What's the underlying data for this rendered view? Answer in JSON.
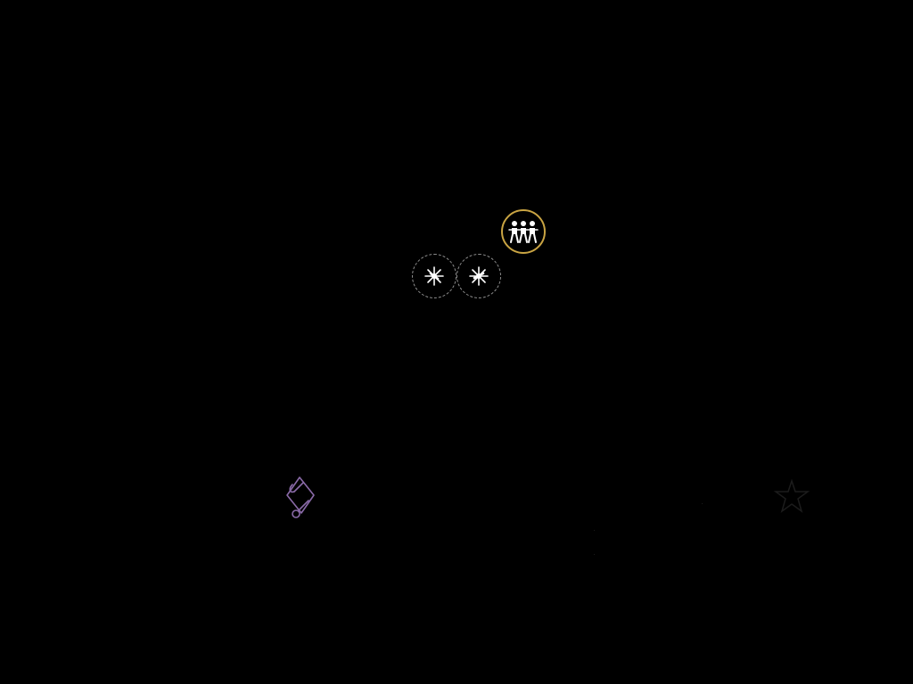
{
  "background_color": "#000000",
  "nodes": [
    {
      "icon": "party-members-icon",
      "ring_color": "#c9a443",
      "state": "active"
    },
    {
      "icon": "sparkle-icon",
      "ring_color": "#8f8f8f",
      "state": "inactive"
    },
    {
      "icon": "sparkle-icon",
      "ring_color": "#8f8f8f",
      "state": "inactive"
    }
  ],
  "items": [
    {
      "icon": "scroll-icon",
      "color": "#8a6aa8"
    }
  ],
  "faint_marker": {
    "icon": "faint-star-icon",
    "color": "#1c1c1c"
  }
}
